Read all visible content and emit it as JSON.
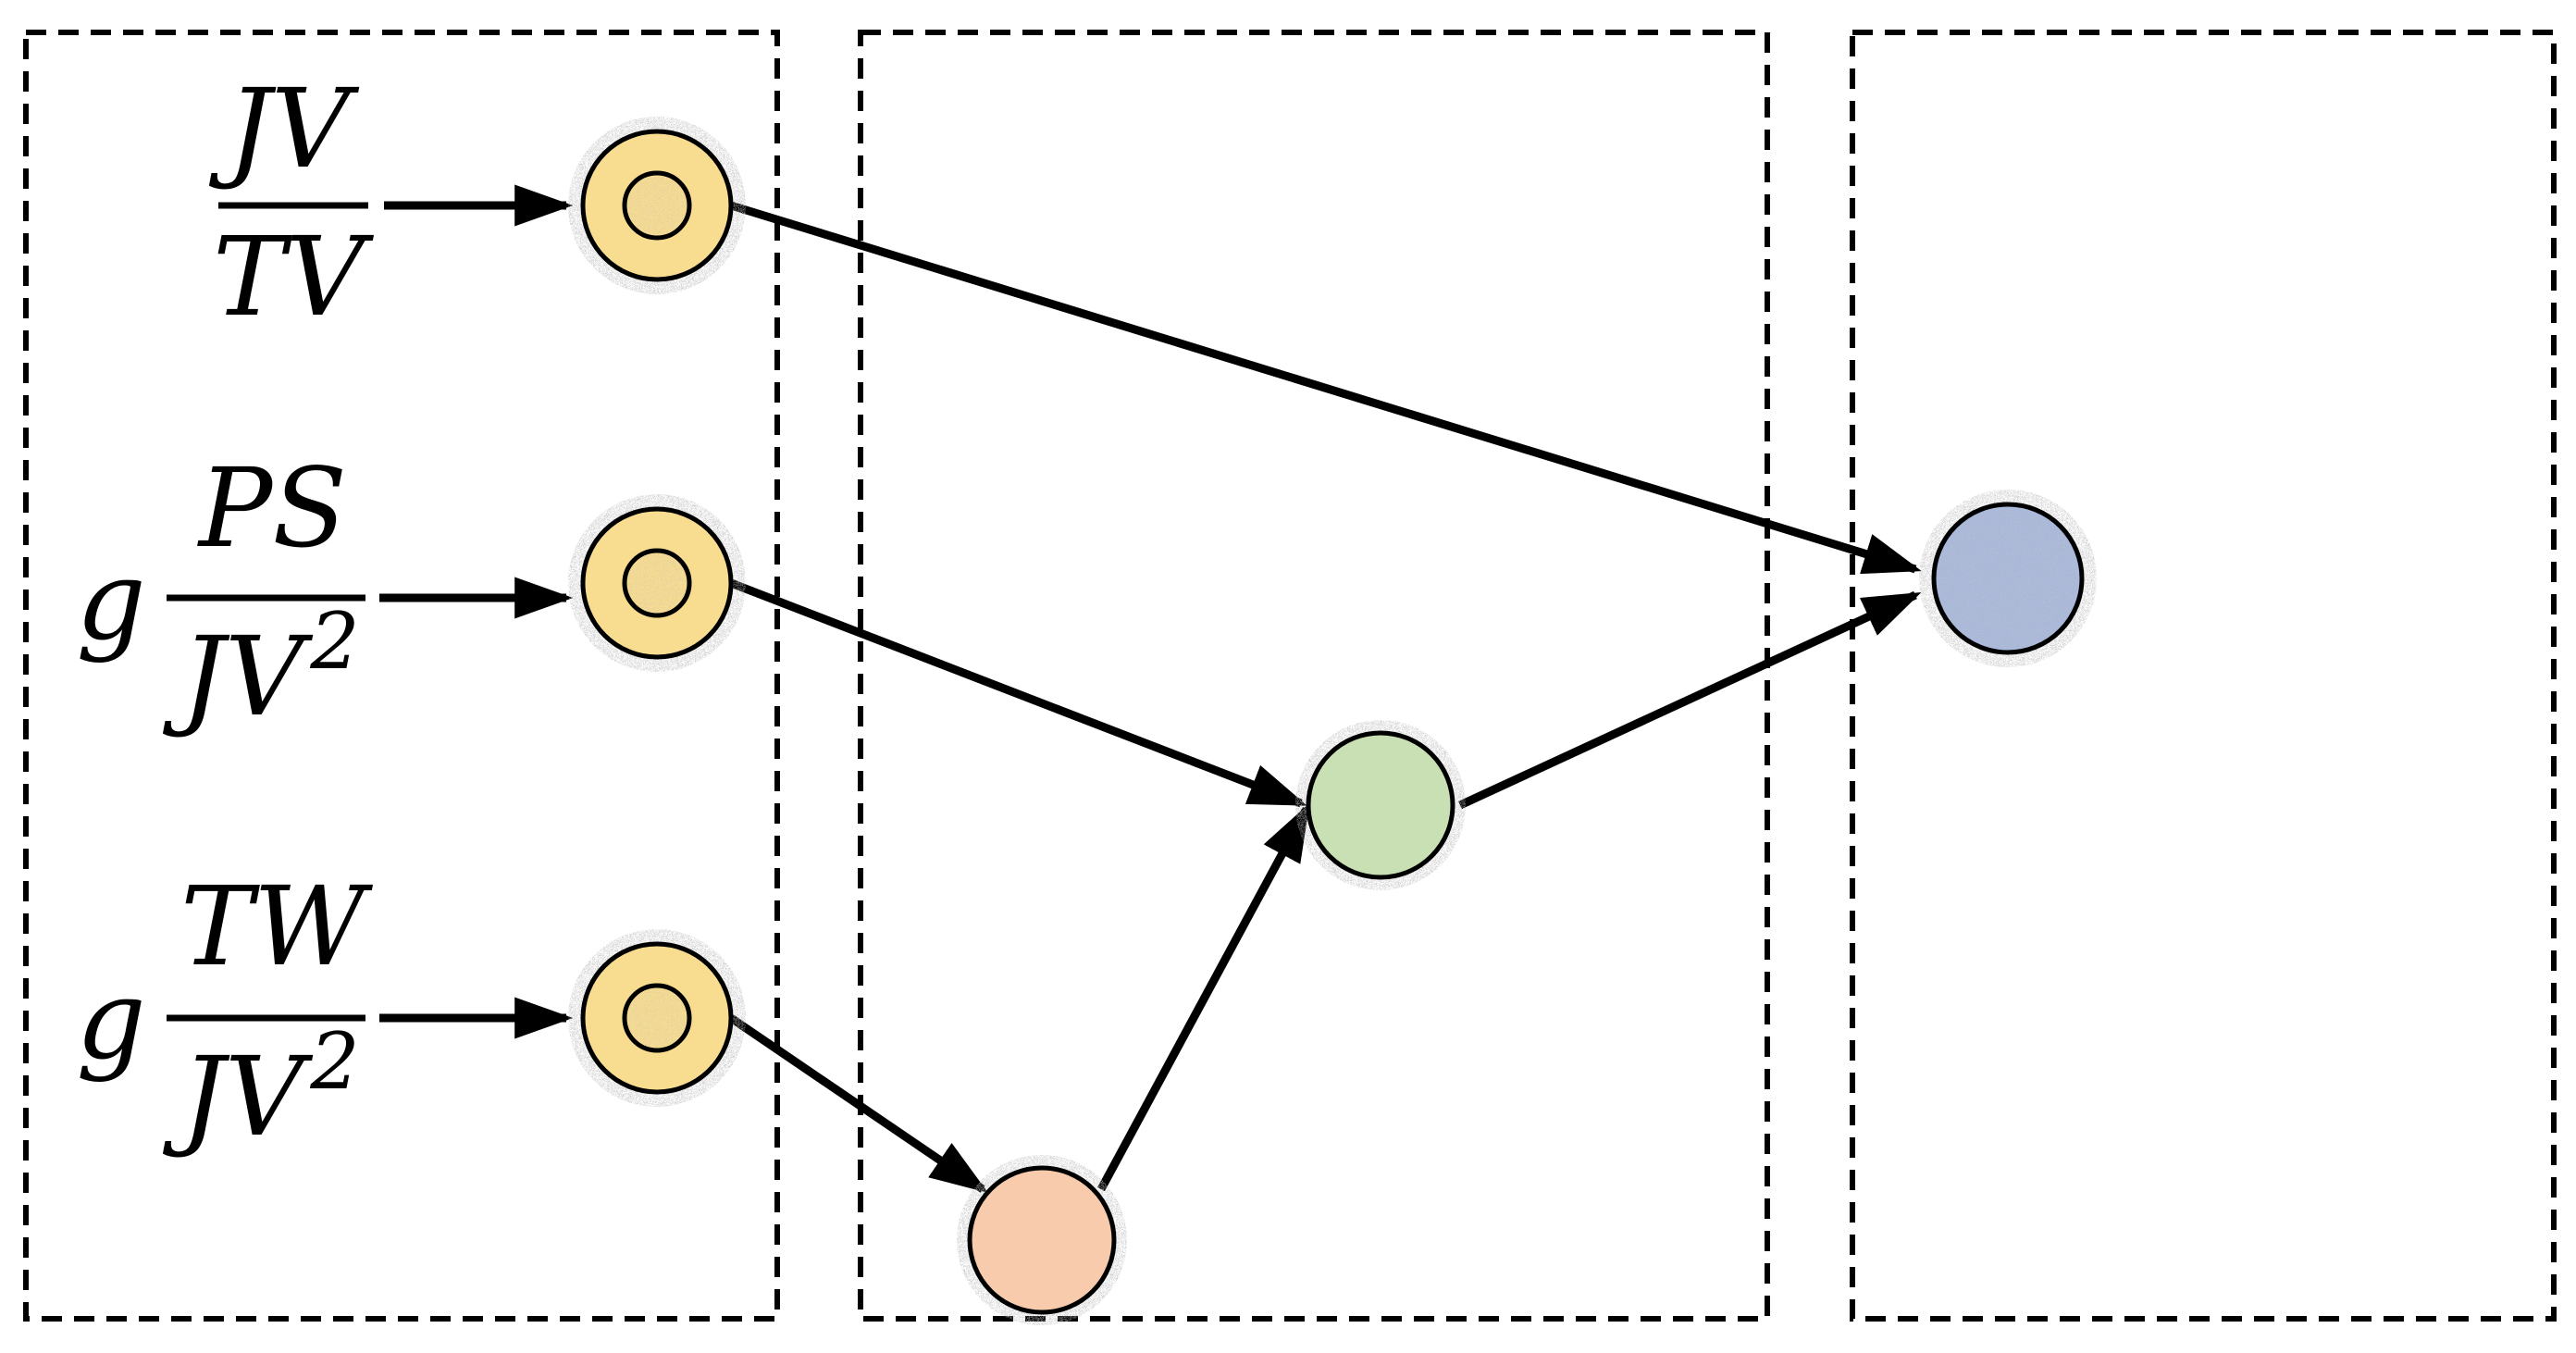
{
  "inputs": [
    {
      "prefix": "",
      "numerator": "JV",
      "denominator": "TV",
      "exponent": ""
    },
    {
      "prefix": "g",
      "numerator": "PS",
      "denominator": "JV",
      "exponent": "2"
    },
    {
      "prefix": "g",
      "numerator": "TW",
      "denominator": "JV",
      "exponent": "2"
    }
  ],
  "colors": {
    "input_node": "#F8DC90",
    "hidden_node_upper": "#C8E0B4",
    "hidden_node_lower": "#F8CBAD",
    "output_node": "#A9B9DC",
    "edge": "#000000",
    "panel_border": "#000000"
  }
}
